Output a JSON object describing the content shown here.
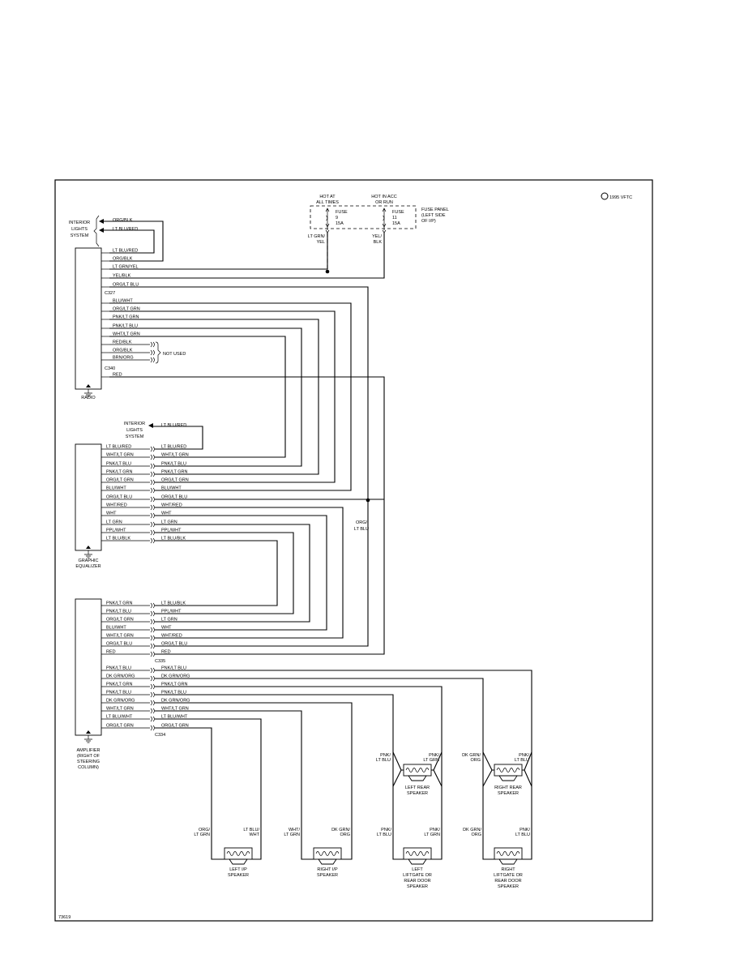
{
  "copyright": "1995 VFTC",
  "ref_number": "73619",
  "fuse_panel": {
    "label_lines": [
      "FUSE PANEL",
      "(LEFT SIDE",
      "OF I/P)"
    ],
    "hot_at_all_times": [
      "HOT AT",
      "ALL TIMES"
    ],
    "hot_in_acc": [
      "HOT IN ACC",
      "OR RUN"
    ],
    "fuse_a": [
      "FUSE",
      "9",
      "15A"
    ],
    "fuse_b": [
      "FUSE",
      "11",
      "15A"
    ],
    "out_a": [
      "LT GRN/",
      "YEL"
    ],
    "out_b": [
      "YEL/",
      "BLK"
    ]
  },
  "interior_lights_1": [
    "INTERIOR",
    "LIGHTS",
    "SYSTEM"
  ],
  "interior_lights_2": [
    "INTERIOR",
    "LIGHTS",
    "SYSTEM"
  ],
  "top_wires": [
    "ORG/BLK",
    "LT BLU/RED"
  ],
  "radio": {
    "name": "RADIO",
    "wires": [
      "LT BLU/RED",
      "ORG/BLK",
      "LT GRN/YEL",
      "YEL/BLK",
      "ORG/LT BLU",
      "BLU/WHT",
      "ORG/LT GRN",
      "PNK/LT GRN",
      "PNK/LT BLU",
      "WHT/LT GRN",
      "RED/BLK",
      "ORG/BLK",
      "BRN/ORG",
      "RED"
    ],
    "connector_1": "C327",
    "connector_2": "C340",
    "not_used": "NOT USED"
  },
  "lights_feed": "LT BLU/RED",
  "equalizer": {
    "name": [
      "GRAPHIC",
      "EQUALIZER"
    ],
    "left": [
      "LT BLU/RED",
      "WHT/LT GRN",
      "PNK/LT BLU",
      "PNK/LT GRN",
      "ORG/LT GRN",
      "BLU/WHT",
      "ORG/LT BLU",
      "WHT/RED",
      "WHT",
      "LT GRN",
      "PPL/WHT",
      "LT BLU/BLK"
    ],
    "right": [
      "LT BLU/RED",
      "WHT/LT GRN",
      "PNK/LT BLU",
      "PNK/LT GRN",
      "ORG/LT GRN",
      "BLU/WHT",
      "ORG/LT BLU",
      "WHT/RED",
      "WHT",
      "LT GRN",
      "PPL/WHT",
      "LT BLU/BLK"
    ]
  },
  "org_lt_blu_label": [
    "ORG/",
    "LT BLU"
  ],
  "amplifier": {
    "name": [
      "AMPLIFIER",
      "(RIGHT OF",
      "STEERING",
      "COLUMN)"
    ],
    "left": [
      "PNK/LT GRN",
      "PNK/LT BLU",
      "ORG/LT GRN",
      "BLU/WHT",
      "WHT/LT GRN",
      "ORG/LT BLU",
      "RED",
      "PNK/LT BLU",
      "DK GRN/ORG",
      "PNK/LT GRN",
      "PNK/LT BLU",
      "DK GRN/ORG",
      "WHT/LT GRN",
      "LT BLU/WHT",
      "ORG/LT GRN"
    ],
    "right": [
      "LT BLU/BLK",
      "PPL/WHT",
      "LT GRN",
      "WHT",
      "WHT/RED",
      "ORG/LT BLU",
      "RED",
      "PNK/LT BLU",
      "DK GRN/ORG",
      "PNK/LT GRN",
      "PNK/LT BLU",
      "DK GRN/ORG",
      "WHT/LT GRN",
      "LT BLU/WHT",
      "ORG/LT GRN"
    ],
    "connector_1": "C335",
    "connector_2": "C334"
  },
  "rear_speakers": [
    {
      "name": [
        "LEFT REAR",
        "SPEAKER"
      ],
      "left": [
        "PNK/",
        "LT BLU"
      ],
      "right": [
        "PNK/",
        "LT GRN"
      ]
    },
    {
      "name": [
        "RIGHT REAR",
        "SPEAKER"
      ],
      "left": [
        "DK GRN/",
        "ORG"
      ],
      "right": [
        "PNK/",
        "LT BLU"
      ]
    }
  ],
  "bottom_speakers": [
    {
      "name": [
        "LEFT I/P",
        "SPEAKER"
      ],
      "left": [
        "ORG/",
        "LT GRN"
      ],
      "right": [
        "LT BLU/",
        "WHT"
      ]
    },
    {
      "name": [
        "RIGHT I/P",
        "SPEAKER"
      ],
      "left": [
        "WHT/",
        "LT GRN"
      ],
      "right": [
        "DK GRN/",
        "ORG"
      ]
    },
    {
      "name": [
        "LEFT",
        "LIFTGATE OR",
        "REAR DOOR",
        "SPEAKER"
      ],
      "left": [
        "PNK/",
        "LT BLU"
      ],
      "right": [
        "PNK/",
        "LT GRN"
      ]
    },
    {
      "name": [
        "RIGHT",
        "LIFTGATE OR",
        "REAR DOOR",
        "SPEAKER"
      ],
      "left": [
        "DK GRN/",
        "ORG"
      ],
      "right": [
        "PNK/",
        "LT BLU"
      ]
    }
  ]
}
